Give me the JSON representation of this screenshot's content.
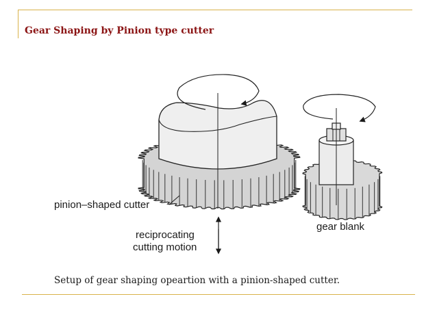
{
  "slide": {
    "title": "Gear Shaping by Pinion type cutter",
    "accent_color": "#d9b24a",
    "title_color": "#8b1414"
  },
  "diagram": {
    "labels": {
      "cutter": "pinion–shaped cutter",
      "blank": "gear blank",
      "motion_line1": "reciprocating",
      "motion_line2": "cutting motion"
    },
    "caption": "Setup of gear shaping opeartion with a pinion-shaped cutter.",
    "icons": [
      "rotation-arrow-icon",
      "reciprocating-arrow-icon"
    ]
  }
}
